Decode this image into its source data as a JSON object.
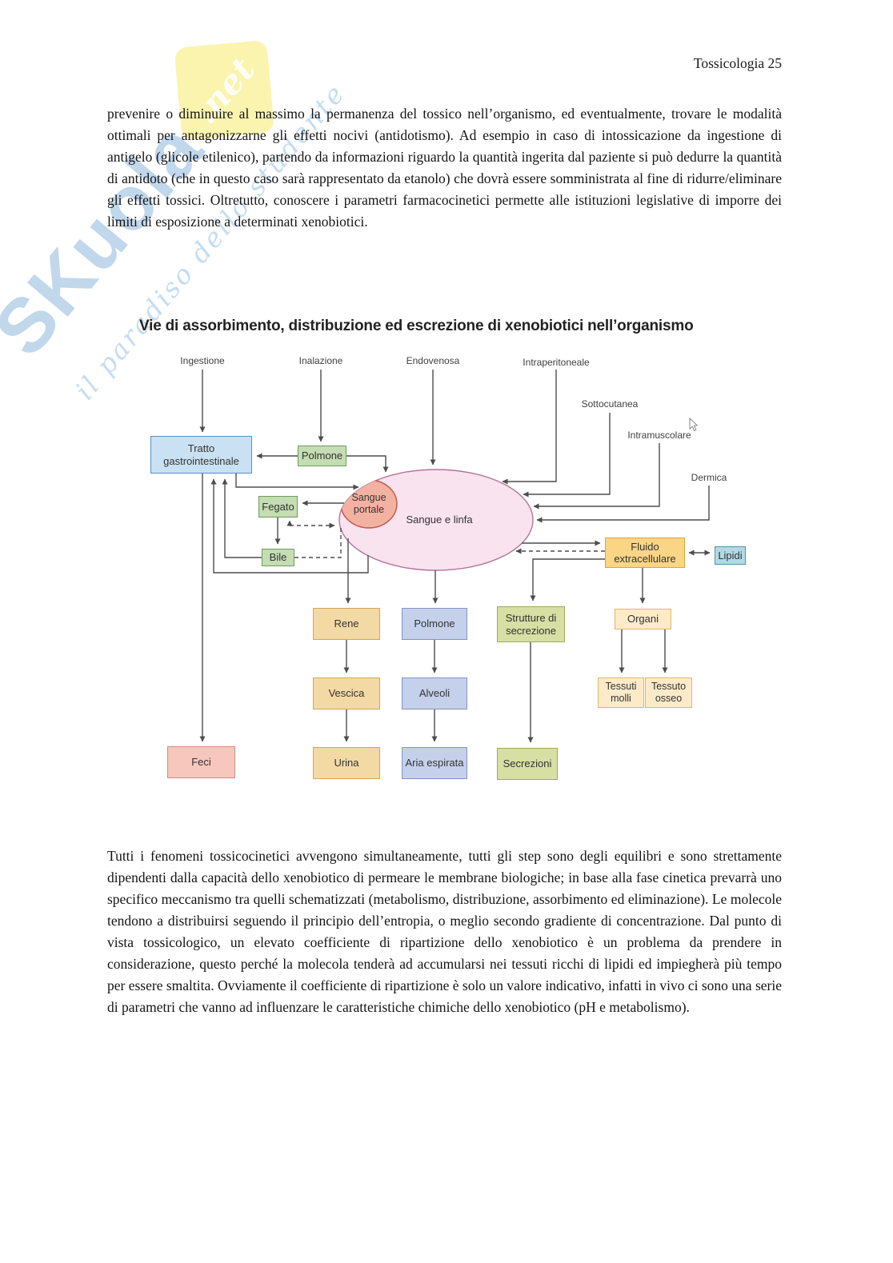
{
  "page": {
    "header": "Tossicologia 25"
  },
  "body": {
    "paragraph1": "prevenire o diminuire al massimo la permanenza del tossico nell’organismo, ed eventualmente, trovare le modalità ottimali per antagonizzarne gli effetti nocivi (antidotismo). Ad esempio in caso di intossicazione da ingestione di antigelo (glicole etilenico), partendo da informazioni riguardo la quantità ingerita dal paziente si può dedurre la quantità di antidoto (che in questo caso sarà rappresentato da etanolo) che dovrà essere somministrata al fine di ridurre/eliminare gli effetti tossici. Oltretutto, conoscere i parametri farmacocinetici permette alle istituzioni legislative di imporre dei limiti di esposizione a determinati xenobiotici.",
    "paragraph2": "Tutti i fenomeni tossicocinetici avvengono simultaneamente, tutti gli step sono degli equilibri e sono strettamente dipendenti dalla capacità dello xenobiotico di permeare le membrane biologiche; in base alla fase cinetica prevarrà uno specifico meccanismo tra quelli schematizzati (metabolismo, distribuzione, assorbimento ed eliminazione). Le molecole tendono a distribuirsi seguendo il principio dell’entropia, o meglio secondo gradiente di concentrazione. Dal punto di vista tossicologico, un elevato coefficiente di ripartizione dello xenobiotico è un problema da prendere in considerazione, questo perché la molecola tenderà ad accumularsi nei tessuti ricchi di lipidi ed impiegherà più tempo per essere smaltita. Ovviamente il coefficiente di ripartizione è solo un valore indicativo, infatti in vivo ci sono una serie di parametri che vanno ad influenzare le caratteristiche chimiche dello xenobiotico (pH e metabolismo)."
  },
  "diagram": {
    "title": "Vie di assorbimento, distribuzione ed escrezione di xenobiotici nell’organismo",
    "routes": {
      "ingestione": "Ingestione",
      "inalazione": "Inalazione",
      "endovenosa": "Endovenosa",
      "intraperitoneale": "Intraperitoneale",
      "sottocutanea": "Sottocutanea",
      "intramuscolare": "Intramuscolare",
      "dermica": "Dermica"
    },
    "nodes": {
      "tratto": "Tratto gastrointestinale",
      "polmone_top": "Polmone",
      "fegato": "Fegato",
      "bile": "Bile",
      "sangue_portale": "Sangue portale",
      "sangue_linfa": "Sangue e linfa",
      "fluido": "Fluido extracellulare",
      "lipidi": "Lipidi",
      "rene": "Rene",
      "polmone_bottom": "Polmone",
      "strutture": "Strutture di secrezione",
      "organi": "Organi",
      "vescica": "Vescica",
      "alveoli": "Alveoli",
      "tessuti_molli": "Tessuti molli",
      "tessuto_osseo": "Tessuto osseo",
      "urina": "Urina",
      "aria_espirata": "Aria espirata",
      "secrezioni": "Secrezioni",
      "feci": "Feci"
    }
  },
  "watermark": {
    "logo": "SKuola",
    "logo_net": ".net",
    "tagline": "il paradiso dello studente"
  },
  "colors": {
    "line_gray": "#4d4d4d",
    "box_blue": "#c9e1f3",
    "box_green": "#c4ddb2",
    "box_tan": "#f3d9a4",
    "box_periwinkle": "#c5d0ea",
    "box_yellow_green": "#d7dfa3",
    "box_light_yellow": "#fdeac8",
    "box_orange": "#fad584",
    "box_cyan": "#b3d9e5",
    "box_salmon": "#f7c6bd",
    "ellipse_pink": "#f8e3ef",
    "portal_red": "#f3b2a1",
    "watermark_blue": "#76a8d6",
    "watermark_yellow": "#f7ec7a"
  }
}
